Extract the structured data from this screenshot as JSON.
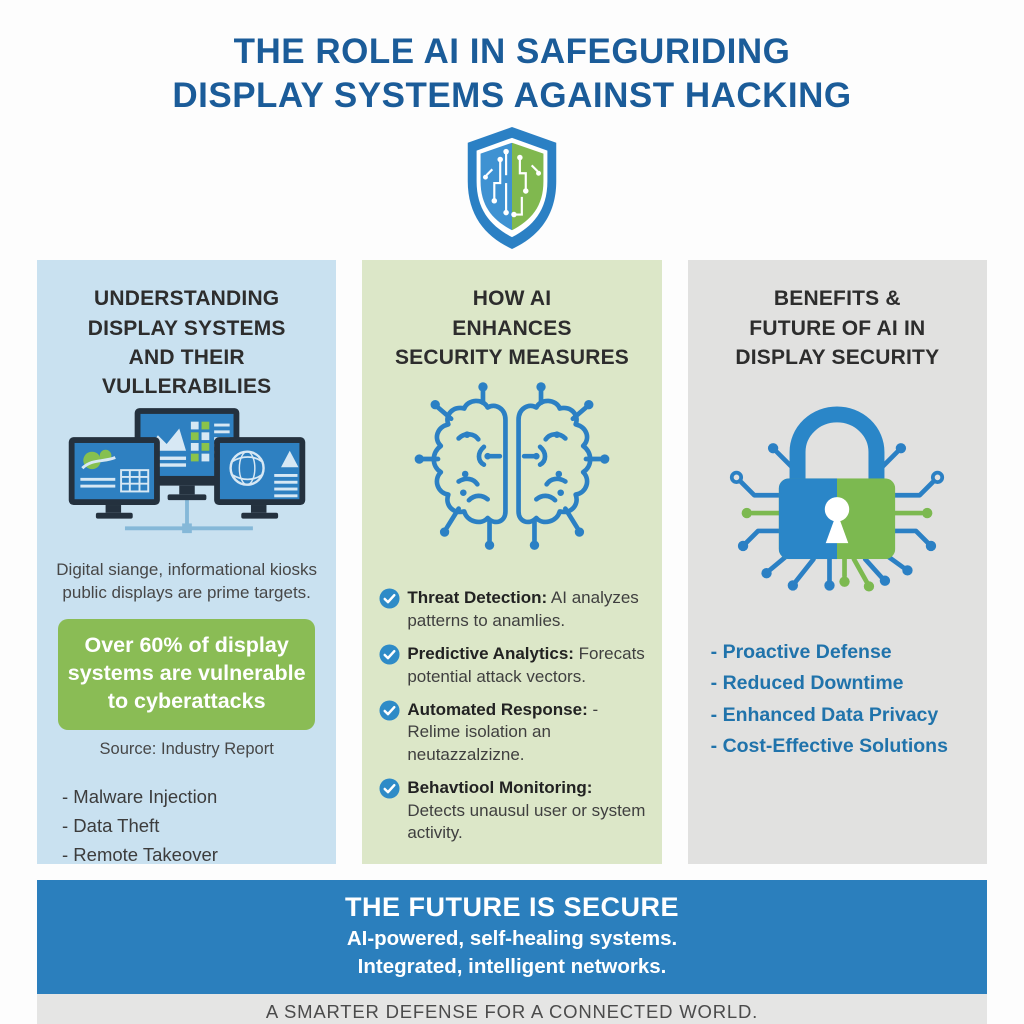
{
  "title": {
    "line1": "THE ROLE AI IN SAFEGURIDING",
    "line2": "DISPLAY SYSTEMS AGAINST HACKING"
  },
  "hero": {
    "icon": "shield-circuit-icon"
  },
  "columns": {
    "vulnerabilities": {
      "heading_lines": [
        "UNDERSTANDING",
        "DISPLAY SYSTEMS",
        "AND THEIR VULLERABILIES"
      ],
      "icon": "monitors-network-icon",
      "description_lines": [
        "Digital siange, informational kiosks",
        "public displays are prime targets."
      ],
      "stat_box_lines": [
        "Over 60% of display",
        "systems are vulnerable",
        "to cyberattacks"
      ],
      "source": "Source: Industry Report",
      "bullets": [
        "- Malware Injection",
        "- Data Theft",
        "- Remote Takeover"
      ]
    },
    "measures": {
      "heading_lines": [
        "HOW AI",
        "ENHANCES",
        "SECURITY MEASURES"
      ],
      "icon": "ai-brain-circuit-icon",
      "items": [
        {
          "label": "Threat Detection:",
          "text": "AI analyzes patterns to anamlies."
        },
        {
          "label": "Predictive Analytics:",
          "text": "Forecats potential attack vectors."
        },
        {
          "label": "Automated Response:",
          "text": "-Relime isolation an neutazzalzizne."
        },
        {
          "label": "Behavtiool Monitoring:",
          "text": "Detects unausul user or system activity."
        }
      ]
    },
    "benefits": {
      "heading_lines": [
        "BENEFITS &",
        "FUTURE OF AI IN",
        "DISPLAY SECURITY"
      ],
      "icon": "padlock-circuit-icon",
      "bullets": [
        "- Proactive Defense",
        "- Reduced Downtime",
        "- Enhanced Data Privacy",
        "- Cost-Effective Solutions"
      ]
    }
  },
  "banner": {
    "title": "THE FUTURE IS SECURE",
    "line1": "AI-powered, self-healing systems.",
    "line2": "Integrated, intelligent networks."
  },
  "footer": {
    "text": "A SMARTER DEFENSE FOR A CONNECTED WORLD."
  },
  "colors": {
    "title_blue": "#1b5c99",
    "panel_blue": "#c9e1f0",
    "panel_green": "#dce7c8",
    "panel_gray": "#e1e1e0",
    "stat_green": "#8abc55",
    "banner_blue": "#2b7fbd",
    "footer_gray": "#e5e5e4",
    "heading_dark": "#2d2d2d",
    "body_text": "#474747",
    "benefit_blue": "#2073ab",
    "check_blue": "#2e8bc7",
    "icon_blue": "#2b80c4",
    "icon_green": "#7cb950"
  }
}
